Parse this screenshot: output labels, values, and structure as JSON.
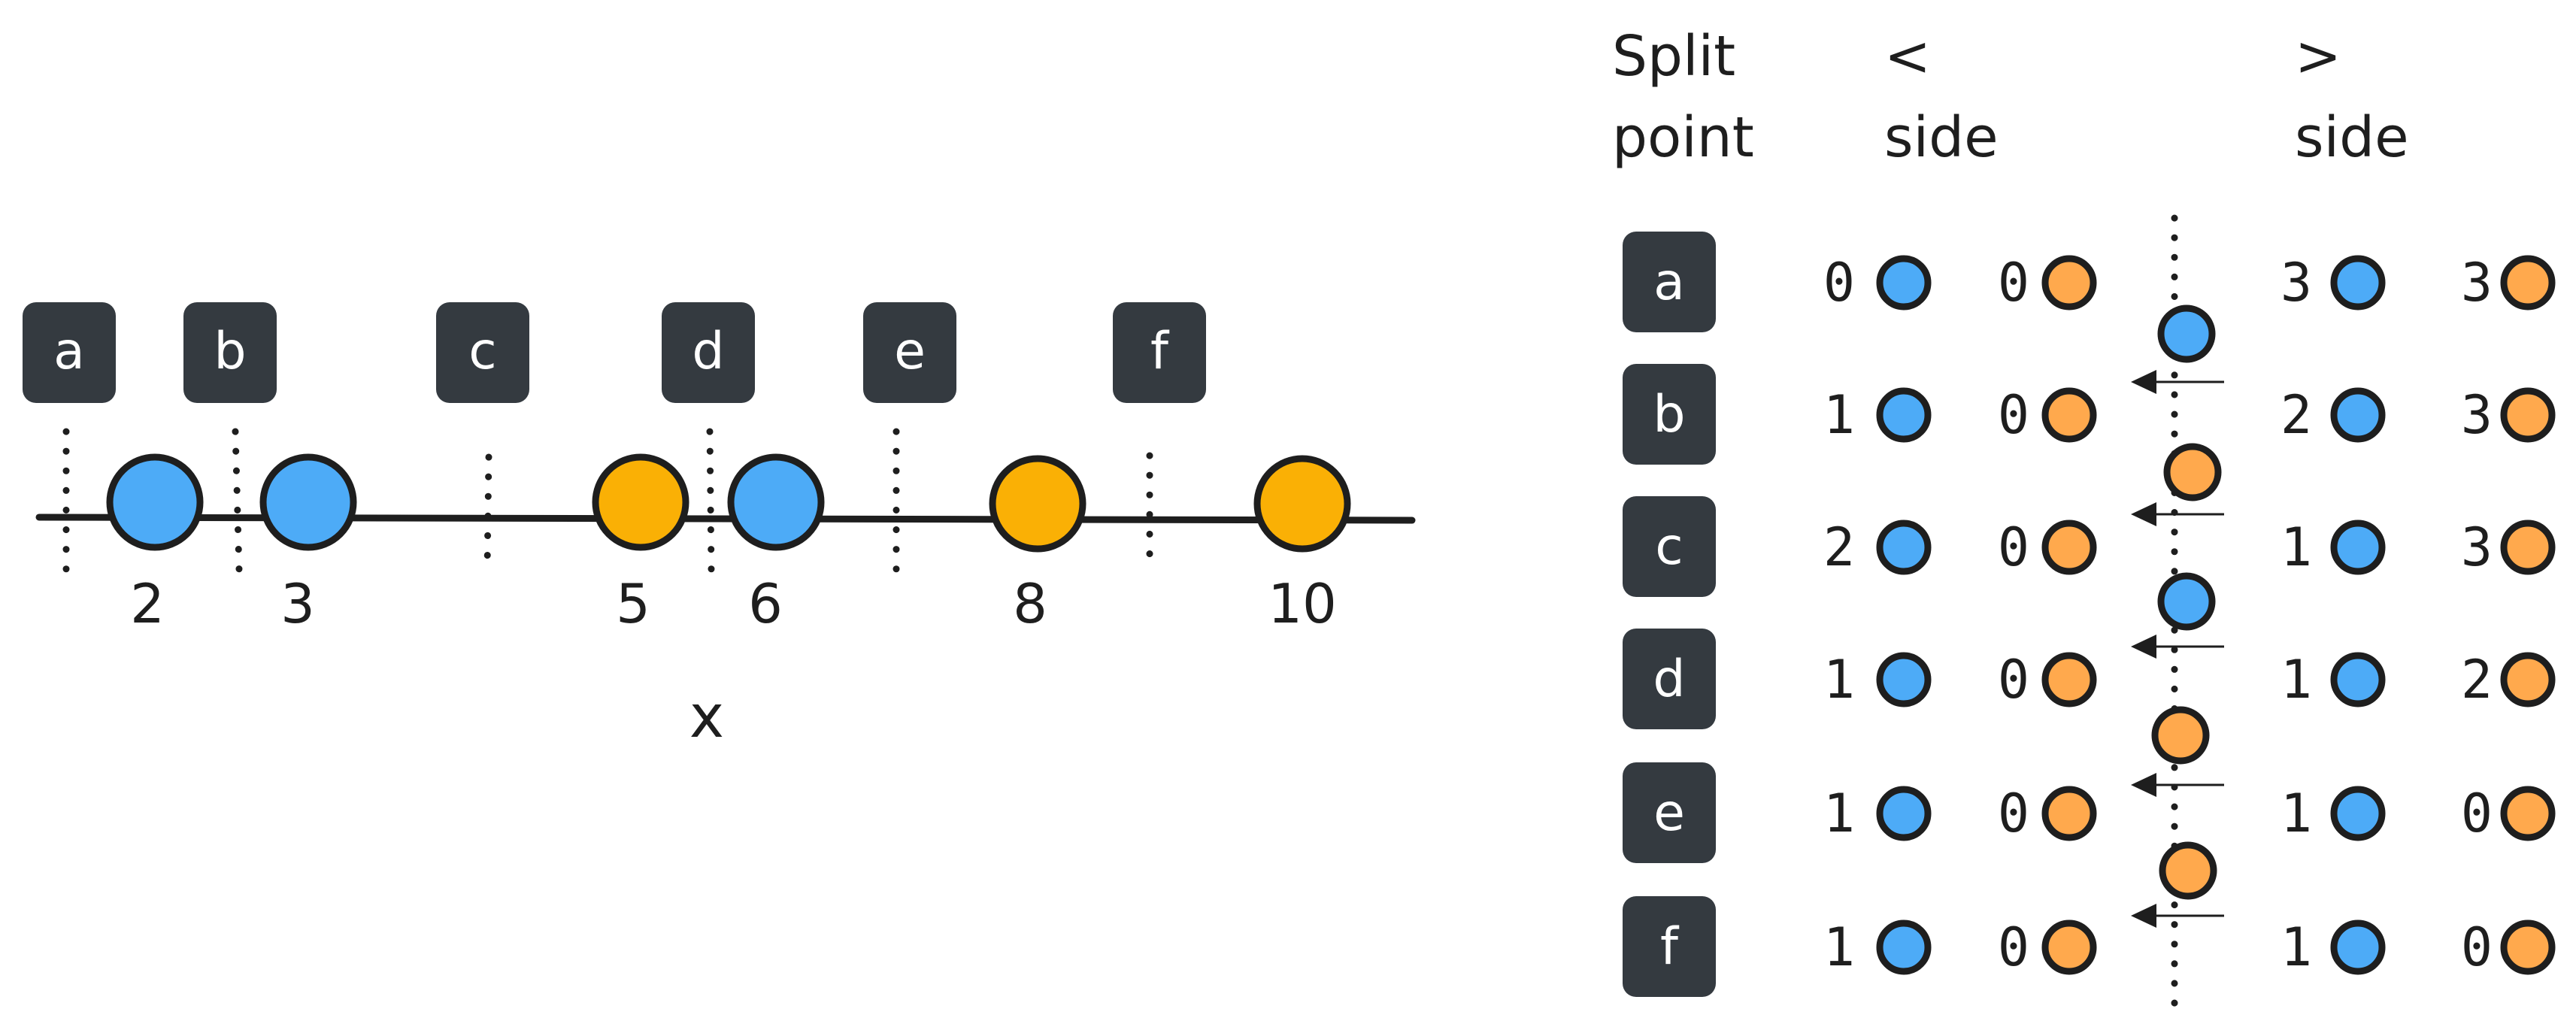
{
  "colors": {
    "blue": "#4dabf7",
    "orange_axis": "#fab005",
    "orange_table": "#ffa94d",
    "label_bg": "#343a40",
    "ink": "#1e1e1e"
  },
  "number_line": {
    "axis_label": "x",
    "split_labels": [
      "a",
      "b",
      "c",
      "d",
      "e",
      "f"
    ],
    "points": [
      {
        "value": "2",
        "color": "blue"
      },
      {
        "value": "3",
        "color": "blue"
      },
      {
        "value": "5",
        "color": "orange"
      },
      {
        "value": "6",
        "color": "blue"
      },
      {
        "value": "8",
        "color": "orange"
      },
      {
        "value": "10",
        "color": "orange"
      }
    ]
  },
  "table": {
    "headers": {
      "split_line1": "Split",
      "split_line2": "point",
      "less_symbol": "<",
      "less_word": "side",
      "greater_symbol": ">",
      "greater_word": "side"
    },
    "moving_dots": [
      "blue",
      "orange",
      "blue",
      "orange",
      "orange"
    ],
    "rows": [
      {
        "label": "a",
        "lt_blue": "0",
        "lt_orange": "0",
        "gt_blue": "3",
        "gt_orange": "3"
      },
      {
        "label": "b",
        "lt_blue": "1",
        "lt_orange": "0",
        "gt_blue": "2",
        "gt_orange": "3"
      },
      {
        "label": "c",
        "lt_blue": "2",
        "lt_orange": "0",
        "gt_blue": "1",
        "gt_orange": "3"
      },
      {
        "label": "d",
        "lt_blue": "1",
        "lt_orange": "0",
        "gt_blue": "1",
        "gt_orange": "2"
      },
      {
        "label": "e",
        "lt_blue": "1",
        "lt_orange": "0",
        "gt_blue": "1",
        "gt_orange": "0"
      },
      {
        "label": "f",
        "lt_blue": "1",
        "lt_orange": "0",
        "gt_blue": "1",
        "gt_orange": "0"
      }
    ]
  }
}
